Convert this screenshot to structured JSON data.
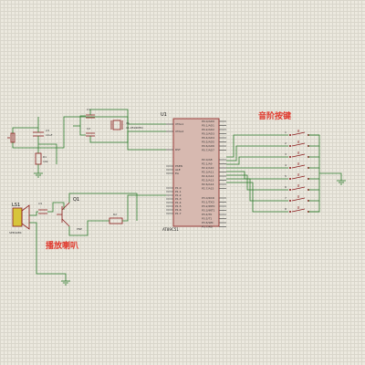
{
  "labels": {
    "keys_title": "音阶按键",
    "speaker_title": "播放喇叭"
  },
  "components": {
    "u1": {
      "ref": "U1",
      "type": "AT89C51"
    },
    "x1": {
      "ref": "X1",
      "freq": "11.0592MHz"
    },
    "c1": {
      "ref": "C1"
    },
    "c2": {
      "ref": "C2"
    },
    "c3": {
      "ref": "C3",
      "value": "10uF"
    },
    "c4": {
      "ref": "C4"
    },
    "r1": {
      "ref": "R1",
      "value": "10k"
    },
    "r2": {
      "ref": "R2"
    },
    "q1": {
      "ref": "Q1",
      "type": "PNP"
    },
    "ls1": {
      "ref": "LS1",
      "type": "SPEAKER"
    }
  },
  "u1_pins": {
    "left": [
      "XTAL1",
      "XTAL2",
      "RST",
      "PSEN",
      "ALE",
      "EA",
      "P1.0",
      "P1.1",
      "P1.2",
      "P1.3",
      "P1.4",
      "P1.5",
      "P1.6",
      "P1.7"
    ],
    "right": [
      "P0.0/AD0",
      "P0.1/AD1",
      "P0.2/AD2",
      "P0.3/AD3",
      "P0.4/AD4",
      "P0.5/AD5",
      "P0.6/AD6",
      "P0.7/AD7",
      "P2.0/A8",
      "P2.1/A9",
      "P2.2/A10",
      "P2.3/A11",
      "P2.4/A12",
      "P2.5/A13",
      "P2.6/A14",
      "P2.7/A15",
      "P3.0/RXD",
      "P3.1/TXD",
      "P3.2/INT0",
      "P3.3/INT1",
      "P3.4/T0",
      "P3.5/T1",
      "P3.6/WR",
      "P3.7/RD"
    ]
  },
  "switches": [
    "1",
    "2",
    "3",
    "4",
    "5",
    "6",
    "7",
    "8"
  ]
}
